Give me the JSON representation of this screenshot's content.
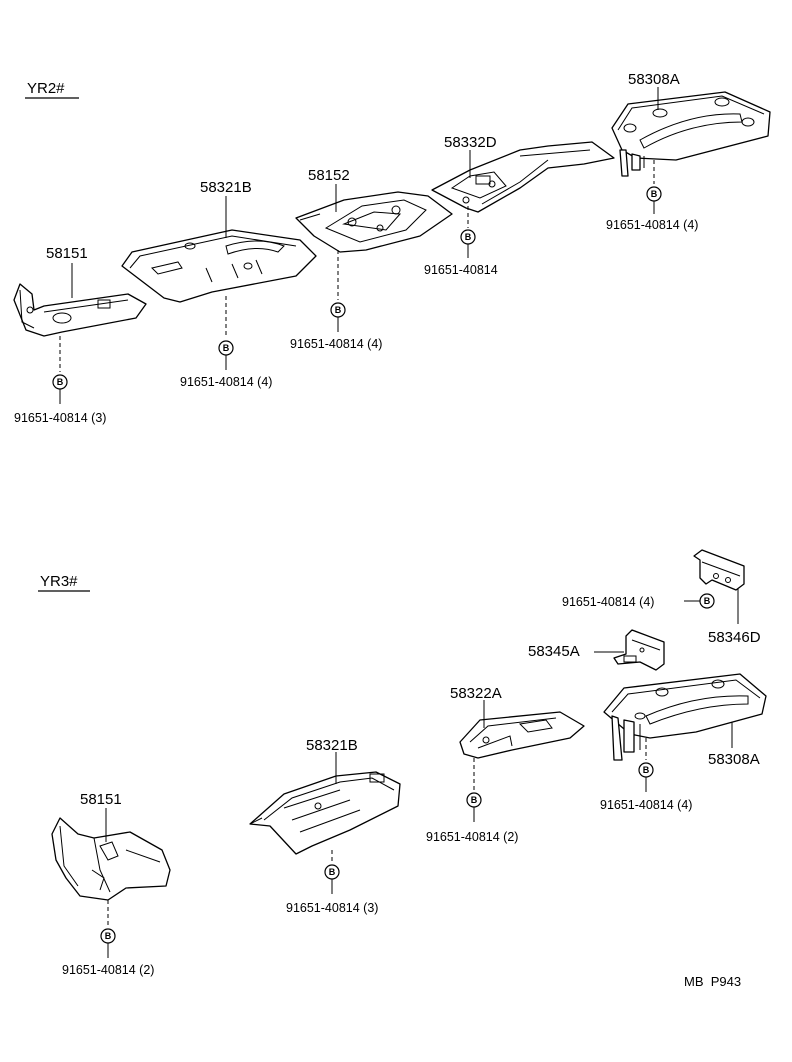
{
  "sections": {
    "top": {
      "label": "YR2#"
    },
    "bottom": {
      "label": "YR3#"
    }
  },
  "bolt_symbol": "B",
  "top_parts": [
    {
      "id": "58308A"
    },
    {
      "id": "58332D"
    },
    {
      "id": "58152"
    },
    {
      "id": "58321B"
    },
    {
      "id": "58151"
    }
  ],
  "top_bolts": [
    {
      "label": "91651-40814 (4)"
    },
    {
      "label": "91651-40814"
    },
    {
      "label": "91651-40814 (4)"
    },
    {
      "label": "91651-40814 (4)"
    },
    {
      "label": "91651-40814 (3)"
    }
  ],
  "bottom_parts": [
    {
      "id": "58346D"
    },
    {
      "id": "58345A"
    },
    {
      "id": "58308A"
    },
    {
      "id": "58322A"
    },
    {
      "id": "58321B"
    },
    {
      "id": "58151"
    }
  ],
  "bottom_bolts": [
    {
      "label": "91651-40814 (4)"
    },
    {
      "label": "91651-40814 (4)"
    },
    {
      "label": "91651-40814 (2)"
    },
    {
      "label": "91651-40814 (3)"
    },
    {
      "label": "91651-40814 (2)"
    }
  ],
  "page_ref": "MB  P943"
}
